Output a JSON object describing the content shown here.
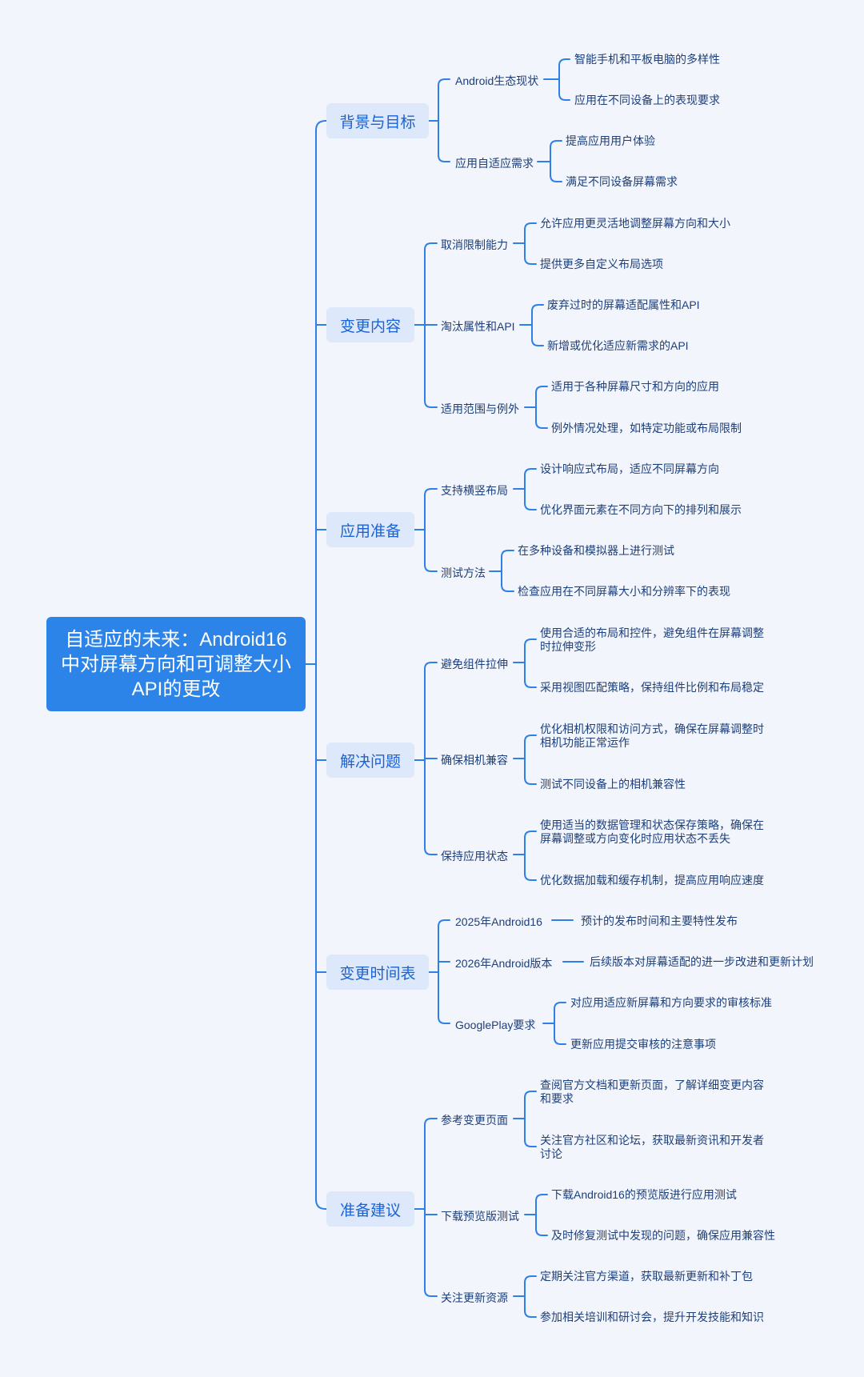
{
  "root": {
    "title": "自适应的未来：Android16中对屏幕方向和可调整大小API的更改"
  },
  "branches": [
    {
      "label": "背景与目标",
      "children": [
        {
          "label": "Android生态现状",
          "leaves": [
            "智能手机和平板电脑的多样性",
            "应用在不同设备上的表现要求"
          ]
        },
        {
          "label": "应用自适应需求",
          "leaves": [
            "提高应用用户体验",
            "满足不同设备屏幕需求"
          ]
        }
      ]
    },
    {
      "label": "变更内容",
      "children": [
        {
          "label": "取消限制能力",
          "leaves": [
            "允许应用更灵活地调整屏幕方向和大小",
            "提供更多自定义布局选项"
          ]
        },
        {
          "label": "淘汰属性和API",
          "leaves": [
            "废弃过时的屏幕适配属性和API",
            "新增或优化适应新需求的API"
          ]
        },
        {
          "label": "适用范围与例外",
          "leaves": [
            "适用于各种屏幕尺寸和方向的应用",
            "例外情况处理，如特定功能或布局限制"
          ]
        }
      ]
    },
    {
      "label": "应用准备",
      "children": [
        {
          "label": "支持横竖布局",
          "leaves": [
            "设计响应式布局，适应不同屏幕方向",
            "优化界面元素在不同方向下的排列和展示"
          ]
        },
        {
          "label": "测试方法",
          "leaves": [
            "在多种设备和模拟器上进行测试",
            "检查应用在不同屏幕大小和分辨率下的表现"
          ]
        }
      ]
    },
    {
      "label": "解决问题",
      "children": [
        {
          "label": "避免组件拉伸",
          "leaves": [
            "使用合适的布局和控件，避免组件在屏幕调整\n时拉伸变形",
            "采用视图匹配策略，保持组件比例和布局稳定"
          ]
        },
        {
          "label": "确保相机兼容",
          "leaves": [
            "优化相机权限和访问方式，确保在屏幕调整时\n相机功能正常运作",
            "测试不同设备上的相机兼容性"
          ]
        },
        {
          "label": "保持应用状态",
          "leaves": [
            "使用适当的数据管理和状态保存策略，确保在\n屏幕调整或方向变化时应用状态不丢失",
            "优化数据加载和缓存机制，提高应用响应速度"
          ]
        }
      ]
    },
    {
      "label": "变更时间表",
      "children": [
        {
          "label": "2025年Android16",
          "leaves": [
            "预计的发布时间和主要特性发布"
          ]
        },
        {
          "label": "2026年Android版本",
          "leaves": [
            "后续版本对屏幕适配的进一步改进和更新计划"
          ]
        },
        {
          "label": "GooglePlay要求",
          "leaves": [
            "对应用适应新屏幕和方向要求的审核标准",
            "更新应用提交审核的注意事项"
          ]
        }
      ]
    },
    {
      "label": "准备建议",
      "children": [
        {
          "label": "参考变更页面",
          "leaves": [
            "查阅官方文档和更新页面，了解详细变更内容\n和要求",
            "关注官方社区和论坛，获取最新资讯和开发者\n讨论"
          ]
        },
        {
          "label": "下载预览版测试",
          "leaves": [
            "下载Android16的预览版进行应用测试",
            "及时修复测试中发现的问题，确保应用兼容性"
          ]
        },
        {
          "label": "关注更新资源",
          "leaves": [
            "定期关注官方渠道，获取最新更新和补丁包",
            "参加相关培训和研讨会，提升开发技能和知识"
          ]
        }
      ]
    }
  ]
}
